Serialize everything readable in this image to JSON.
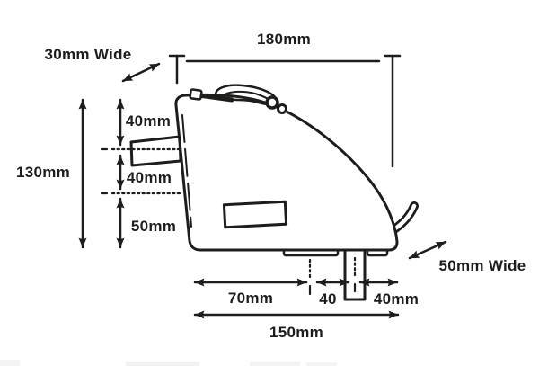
{
  "page": {
    "background_color": "#ffffff",
    "ink_color": "#1d1d1b"
  },
  "diagram": {
    "subject": "bike-top-tube-bag-side-profile-with-dimensions",
    "labels": {
      "top_width": "180mm",
      "top_strap_width": "30mm Wide",
      "total_height": "130mm",
      "upper_height": "40mm",
      "middle_height": "40mm",
      "lower_height": "50mm",
      "base_front": "70mm",
      "base_strap": "40",
      "base_rear": "40mm",
      "base_total": "150mm",
      "rear_strap_width": "50mm Wide"
    }
  }
}
